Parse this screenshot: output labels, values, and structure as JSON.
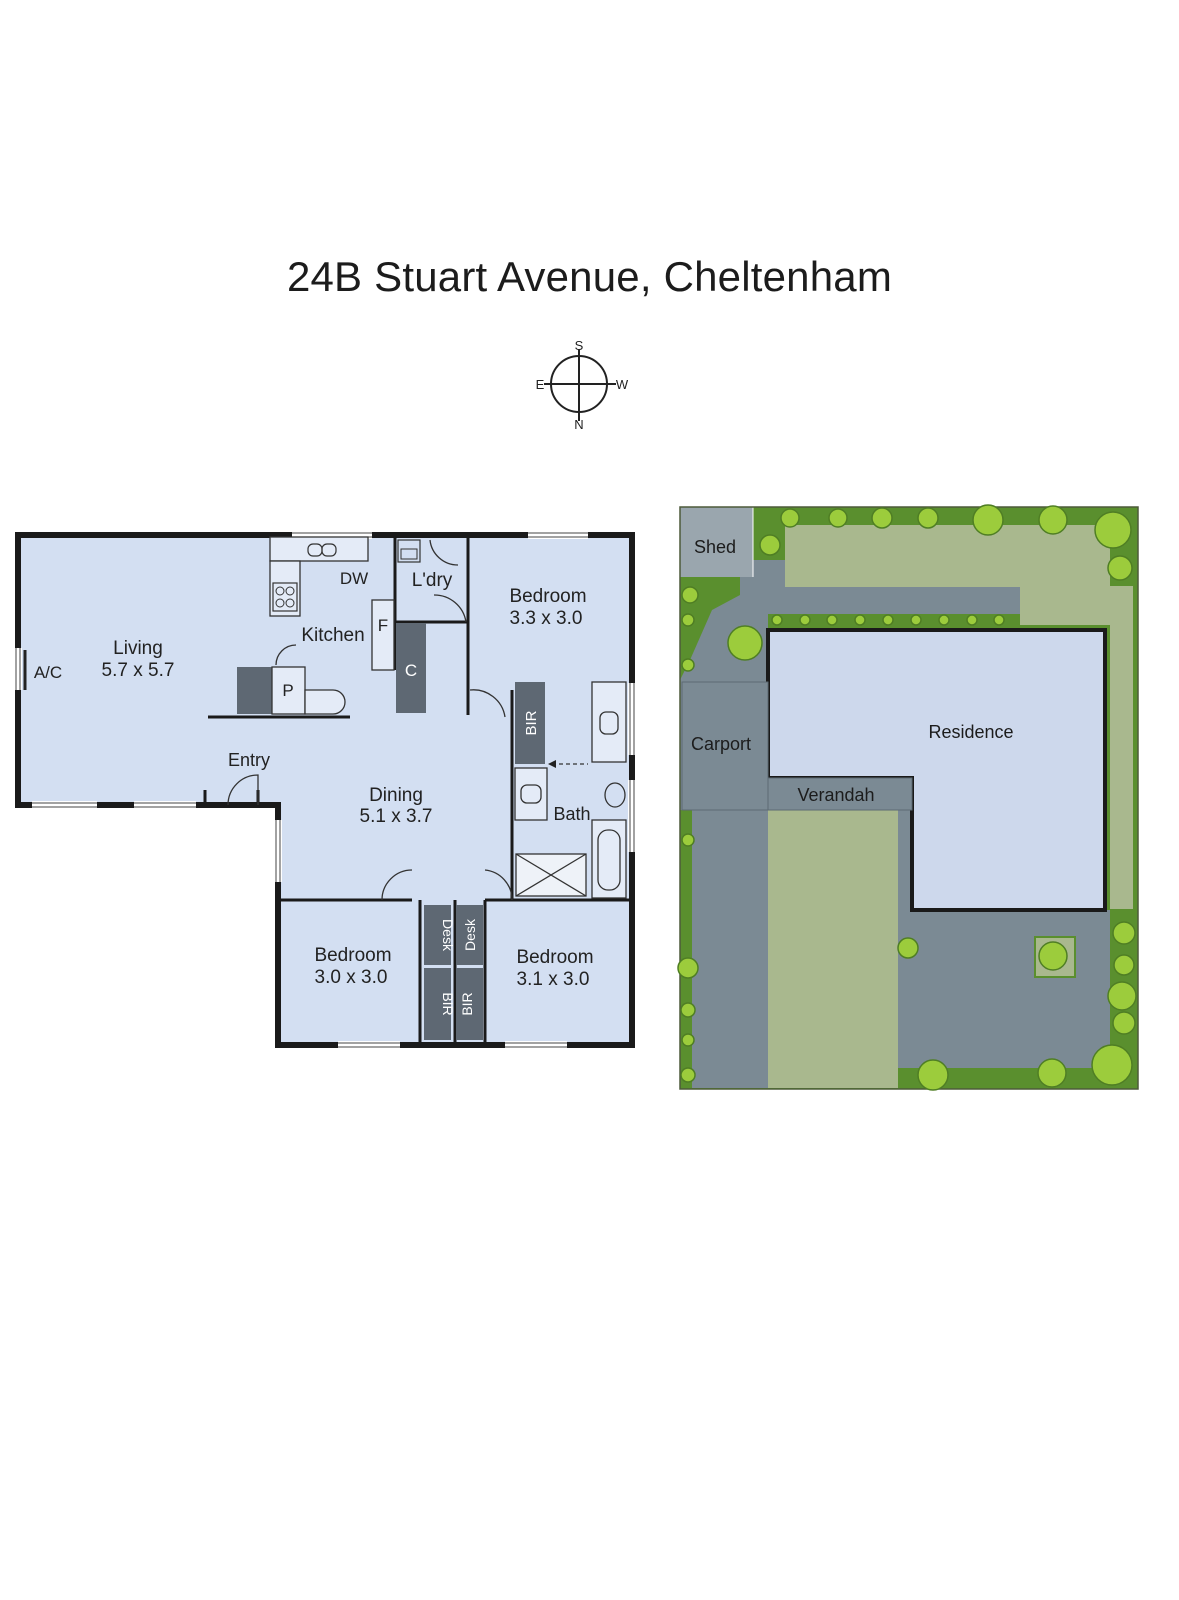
{
  "title": "24B Stuart Avenue, Cheltenham",
  "compass": {
    "north": "N",
    "south": "S",
    "east": "E",
    "west": "W"
  },
  "floor_plan": {
    "rooms": {
      "living": {
        "name": "Living",
        "size": "5.7 x 5.7"
      },
      "kitchen": {
        "name": "Kitchen"
      },
      "laundry": {
        "name": "L'dry"
      },
      "bedroom_top": {
        "name": "Bedroom",
        "size": "3.3 x 3.0"
      },
      "dining": {
        "name": "Dining",
        "size": "5.1 x 3.7"
      },
      "entry": {
        "name": "Entry"
      },
      "bath": {
        "name": "Bath"
      },
      "bedroom_left": {
        "name": "Bedroom",
        "size": "3.0 x 3.0"
      },
      "bedroom_right": {
        "name": "Bedroom",
        "size": "3.1 x 3.0"
      }
    },
    "fixtures": {
      "ac": "A/C",
      "dishwasher": "DW",
      "fridge": "F",
      "cupboard": "C",
      "pantry": "P",
      "bir_bath": "BIR",
      "bir_left": "BIR",
      "bir_right": "BIR",
      "desk_left": "Desk",
      "desk_right": "Desk"
    }
  },
  "site_plan": {
    "labels": {
      "shed": "Shed",
      "carport": "Carport",
      "residence": "Residence",
      "verandah": "Verandah"
    }
  },
  "colors": {
    "room_fill": "#d3dff2",
    "wall": "#1a1a1a",
    "fixture_dark": "#5e6873",
    "paving": "#7b8a94",
    "lawn": "#a9b88e",
    "garden": "#5a8f2e",
    "tree": "#9ccc3c",
    "residence": "#cdd8ec"
  }
}
